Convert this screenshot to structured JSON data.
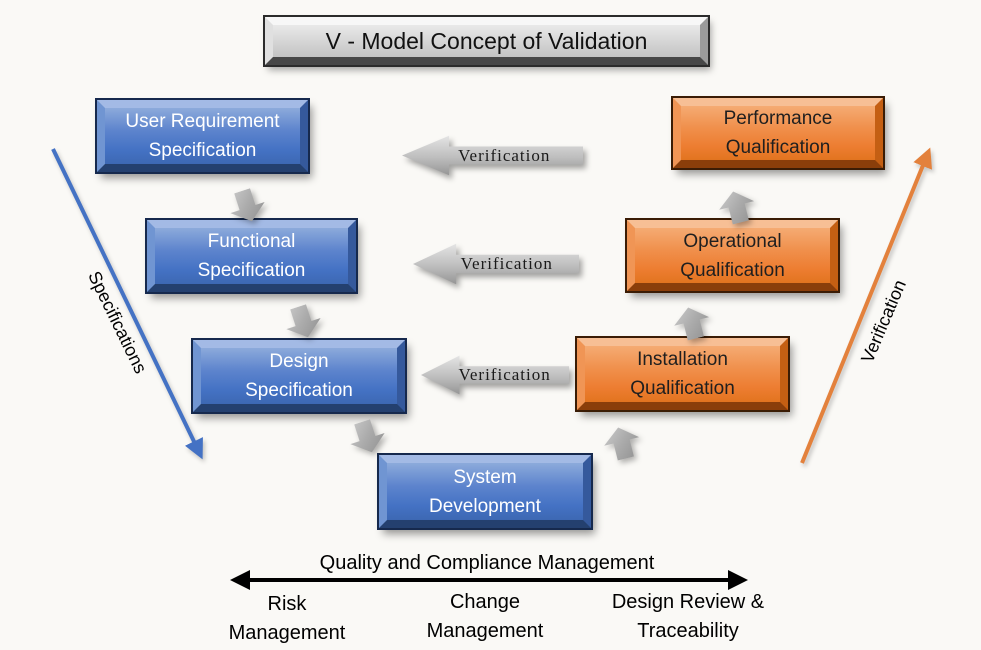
{
  "title": {
    "text": "V - Model Concept of Validation"
  },
  "specification_boxes": [
    {
      "label": "User Requirement\nSpecification"
    },
    {
      "label": "Functional\nSpecification"
    },
    {
      "label": "Design\nSpecification"
    }
  ],
  "development_box": {
    "label": "System\nDevelopment"
  },
  "qualification_boxes": [
    {
      "label": "Performance\nQualification"
    },
    {
      "label": "Operational\nQualification"
    },
    {
      "label": "Installation\nQualification"
    }
  ],
  "horizontal_arrows": [
    {
      "label": "Verification"
    },
    {
      "label": "Verification"
    },
    {
      "label": "Verification"
    }
  ],
  "diagonal_arrows": {
    "left": {
      "label": "Specifications",
      "color": "#4472c4"
    },
    "right": {
      "label": "Verification",
      "color": "#e3813c"
    }
  },
  "bottom_axis": {
    "title": "Quality and Compliance Management",
    "items": [
      {
        "label": "Risk\nManagement"
      },
      {
        "label": "Change\nManagement"
      },
      {
        "label": "Design Review &\nTraceability"
      }
    ]
  },
  "colors": {
    "blue_box": "#4472c4",
    "orange_box": "#ed7d31",
    "gray_arrow": "#bdbdbd",
    "axis_arrow": "#000000",
    "background": "#faf9f6"
  }
}
